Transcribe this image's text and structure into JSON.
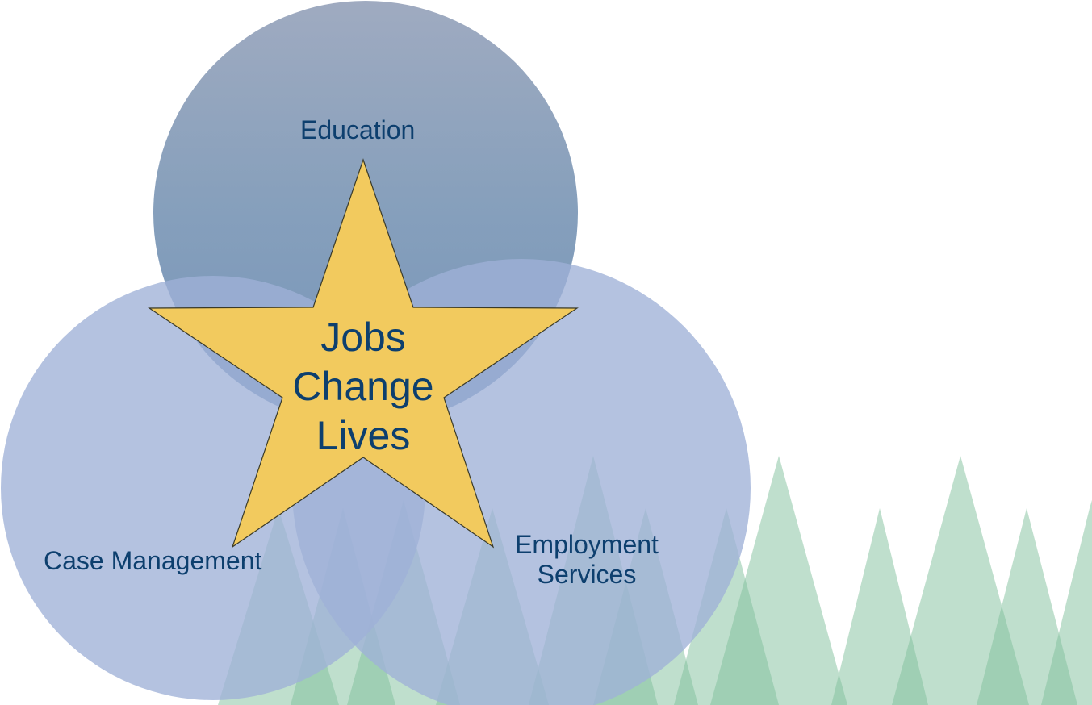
{
  "diagram": {
    "circles": [
      {
        "key": "education",
        "label": "Education"
      },
      {
        "key": "case_management",
        "label": "Case Management"
      },
      {
        "key": "employment_services",
        "label_lines": [
          "Employment",
          "Services"
        ]
      }
    ],
    "center": {
      "label_lines": [
        "Jobs",
        "Change",
        "Lives"
      ]
    }
  },
  "colors": {
    "top_circle": "#6f87a5",
    "side_circles": "#9fb1d7",
    "star_fill": "#f2ca5e",
    "star_stroke": "#3a3a28",
    "text": "#0d3f6e",
    "trees": "#7fbf9b"
  }
}
